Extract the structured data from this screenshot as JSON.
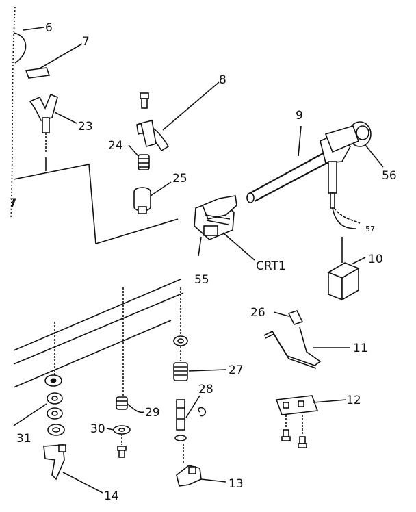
{
  "labels": {
    "l6": "6",
    "l7": "7",
    "l8": "8",
    "l9": "9",
    "l10": "10",
    "l11": "11",
    "l12": "12",
    "l13": "13",
    "l14": "14",
    "l23": "23",
    "l24": "24",
    "l25": "25",
    "l26": "26",
    "l27": "27",
    "l28": "28",
    "l29": "29",
    "l30": "30",
    "l31": "31",
    "l55": "55",
    "l56": "56",
    "l57": "57",
    "crt1": "CRT1"
  }
}
